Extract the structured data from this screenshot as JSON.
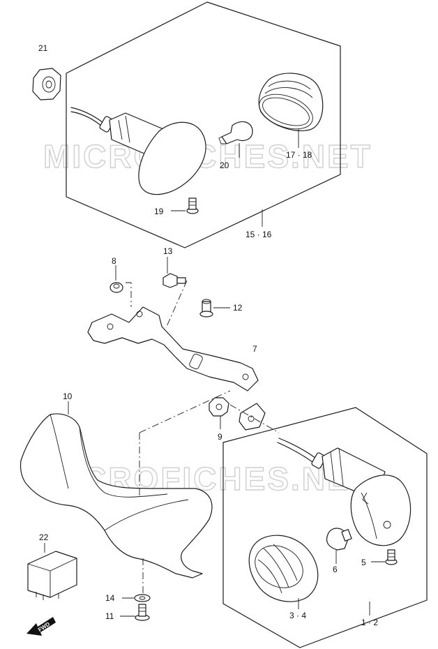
{
  "watermark": {
    "text": "MICROFICHES.NET"
  },
  "callouts": {
    "c1_2": "1 · 2",
    "c3_4": "3 · 4",
    "c5": "5",
    "c6": "6",
    "c7": "7",
    "c8": "8",
    "c9": "9",
    "c10": "10",
    "c11": "11",
    "c12": "12",
    "c13": "13",
    "c14": "14",
    "c15_16": "15 · 16",
    "c17_18": "17 · 18",
    "c19": "19",
    "c20": "20",
    "c21": "21",
    "c22": "22"
  },
  "fwd_label": "FWD"
}
